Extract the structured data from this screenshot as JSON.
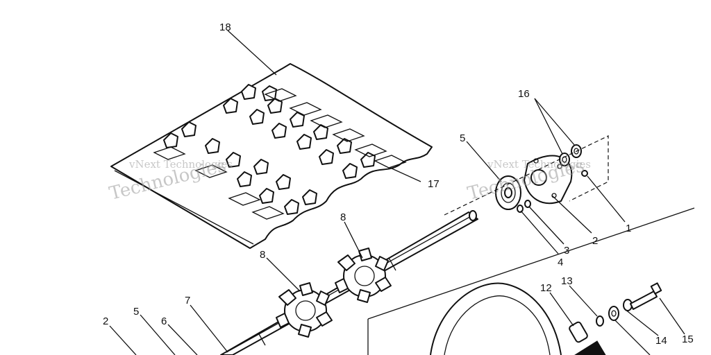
{
  "watermark": {
    "line1": "vNext Technologies",
    "line2": "Technologies"
  },
  "callouts": {
    "c1": "1",
    "c2a": "2",
    "c2b": "2",
    "c3": "3",
    "c4": "4",
    "c5a": "5",
    "c5b": "5",
    "c6": "6",
    "c7": "7",
    "c8a": "8",
    "c8b": "8",
    "c12": "12",
    "c13": "13",
    "c14": "14",
    "c15": "15",
    "c16": "16",
    "c17": "17",
    "c18": "18"
  }
}
